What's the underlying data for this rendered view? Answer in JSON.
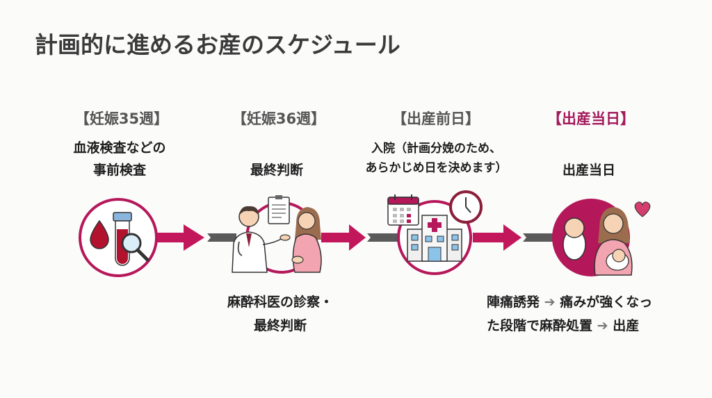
{
  "title": "計画的に進めるお産のスケジュール",
  "colors": {
    "accent": "#c2185b",
    "accent_dark": "#a3195b",
    "connector_gray": "#5a5a5a",
    "heading_gray": "#555555"
  },
  "steps": [
    {
      "heading": "【妊娠35週】",
      "desc_lines": [
        "血液検査などの",
        "事前検査"
      ],
      "icon": "blood-test-icon",
      "note_lines": []
    },
    {
      "heading": "【妊娠36週】",
      "desc_lines": [
        "最終判断"
      ],
      "icon": "doctor-consultation-icon",
      "note_lines": [
        "麻酔科医の診察・",
        "最終判断"
      ]
    },
    {
      "heading": "【出産前日】",
      "desc_lines": [
        "入院（計画分娩のため、",
        "あらかじめ日を決めます）"
      ],
      "icon": "hospital-admission-icon",
      "note_lines": []
    },
    {
      "heading": "【出産当日】",
      "desc_lines": [
        "出産当日"
      ],
      "icon": "mother-baby-icon",
      "note_lines": [
        {
          "a": "陣痛誘発",
          "arrow": "➔",
          "b": "痛みが強くなっ"
        },
        {
          "a": "た段階で麻酔処置",
          "arrow": "➔",
          "b": "出産"
        }
      ]
    }
  ]
}
